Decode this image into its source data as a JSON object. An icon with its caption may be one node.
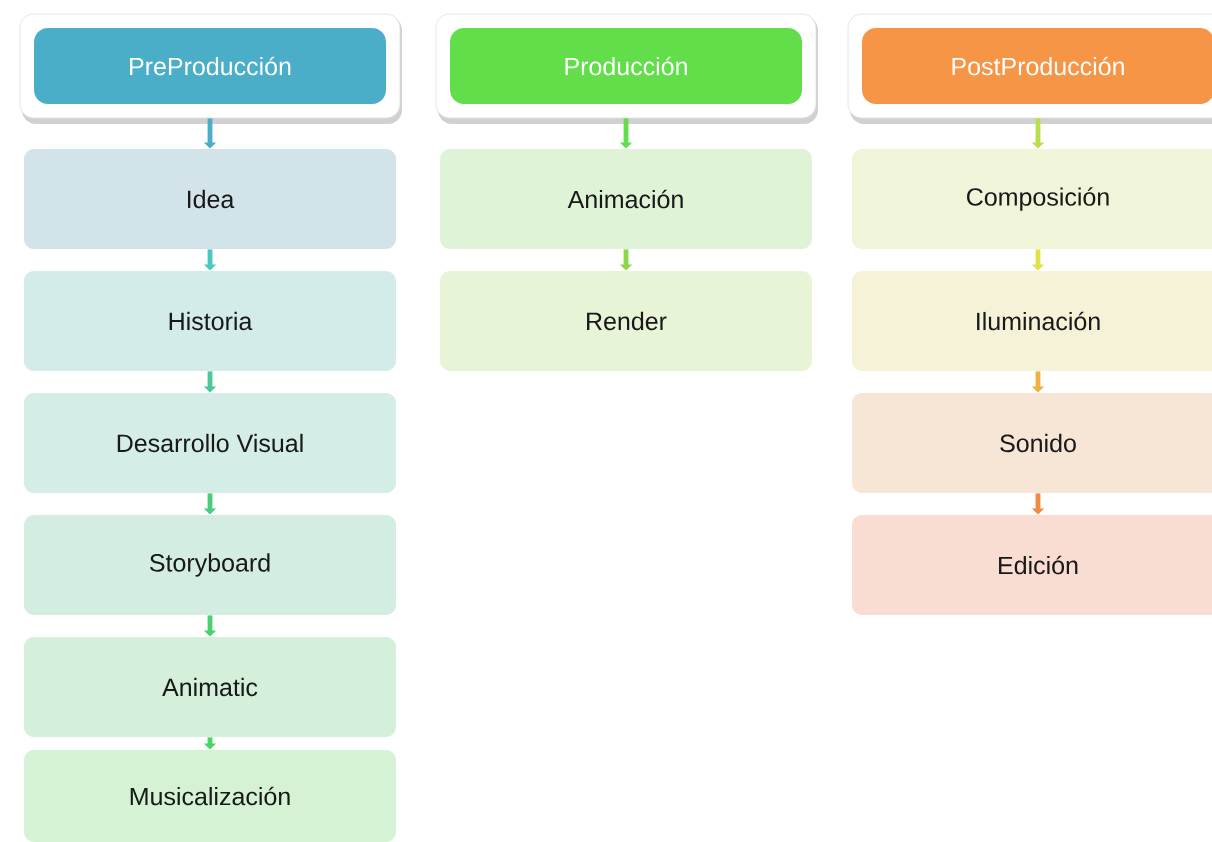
{
  "diagram": {
    "nodes": [
      {
        "text": [
          "PreProducción"
        ]
      },
      {
        "text": [
          "Idea"
        ]
      },
      {
        "text": [
          "Historia"
        ]
      },
      {
        "text": [
          "Desarrollo Visual"
        ]
      },
      {
        "text": [
          "Storyboard"
        ]
      },
      {
        "text": [
          "Animatic"
        ]
      },
      {
        "text": [
          "Musicalización"
        ]
      },
      {
        "text": [
          "Producción"
        ]
      },
      {
        "text": [
          "Animación"
        ]
      },
      {
        "text": [
          "Render"
        ]
      },
      {
        "text": [
          "PostProducción"
        ]
      },
      {
        "text": [
          "Composición"
        ]
      },
      {
        "text": [
          "Iluminación"
        ]
      },
      {
        "text": [
          "Sonido"
        ]
      },
      {
        "text": [
          "Edición"
        ]
      }
    ],
    "edges": [
      {
        "from": 0,
        "to": 1,
        "arrow": "to",
        "color": "#4aaec8"
      },
      {
        "from": 1,
        "to": 2,
        "arrow": "to",
        "color": "#4ac8c0"
      },
      {
        "from": 2,
        "to": 3,
        "arrow": "to",
        "color": "#4ac89a"
      },
      {
        "from": 3,
        "to": 4,
        "arrow": "to",
        "color": "#4acc80"
      },
      {
        "from": 4,
        "to": 5,
        "arrow": "to",
        "color": "#4ad070"
      },
      {
        "from": 5,
        "to": 6,
        "arrow": "to",
        "color": "#4ad460"
      },
      {
        "from": 7,
        "to": 8,
        "arrow": "to",
        "color": "#62de4a"
      },
      {
        "from": 8,
        "to": 9,
        "arrow": "to",
        "color": "#8ad84a"
      },
      {
        "from": 10,
        "to": 11,
        "arrow": "to",
        "color": "#b8de4a"
      },
      {
        "from": 11,
        "to": 12,
        "arrow": "to",
        "color": "#e0e04a"
      },
      {
        "from": 12,
        "to": 13,
        "arrow": "to",
        "color": "#f0b040"
      },
      {
        "from": 13,
        "to": 14,
        "arrow": "to",
        "color": "#f08a40"
      }
    ]
  }
}
